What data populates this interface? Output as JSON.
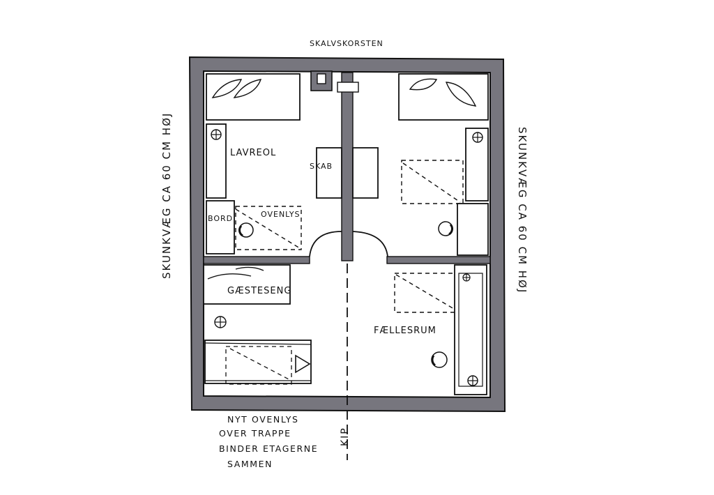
{
  "labels": {
    "chimney": "SKALVSKORSTEN",
    "lavreol": "LAVREOL",
    "skab": "SKAB",
    "bord": "BORD",
    "ovenlys": "OVENLYS",
    "gaesteseng": "GÆSTESENG",
    "faellesrum": "FÆLLESRUM",
    "left_wall": "SKUNKVÆG CA 60 CM HØJ",
    "right_wall": "SKUNKVÆG CA 60 CM HØJ",
    "kip": "KIP"
  },
  "note": {
    "lines": [
      "NYT OVENLYS",
      "OVER TRAPPE",
      "BINDER ETAGERNE",
      "SAMMEN"
    ]
  },
  "colors": {
    "wall": "#77767e",
    "ink": "#111111"
  }
}
